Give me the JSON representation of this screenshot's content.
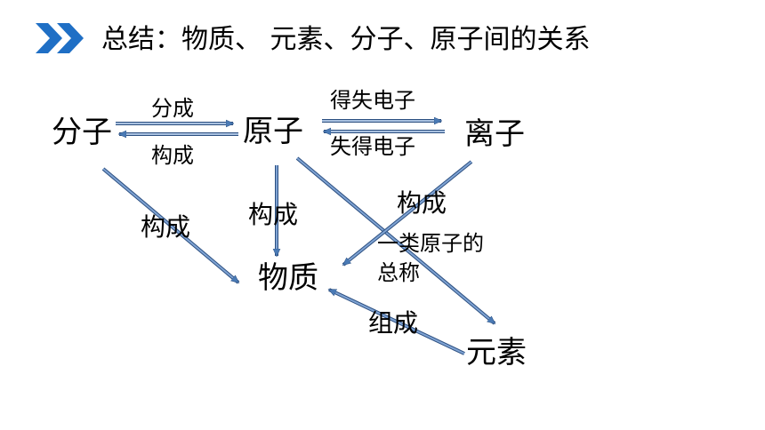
{
  "header": {
    "title": "总结：物质、 元素、分子、原子间的关系",
    "icon": "double-chevron-icon",
    "accent_color": "#1f6fc5"
  },
  "diagram": {
    "nodes": {
      "molecule": "分子",
      "atom": "原子",
      "ion": "离子",
      "matter": "物质",
      "element": "元素"
    },
    "edge_labels": {
      "molecule_to_atom": "分成",
      "atom_to_molecule": "构成",
      "atom_to_ion": "得失电子",
      "ion_to_atom": "失得电子",
      "molecule_to_matter": "构成",
      "atom_to_matter": "构成",
      "ion_to_matter": "构成",
      "atom_to_element_line1": "一类原子的",
      "atom_to_element_line2": "总称",
      "element_to_matter": "组成"
    },
    "arrow_color": "#4a7ab5",
    "arrow_outline": "#2c4f80"
  }
}
